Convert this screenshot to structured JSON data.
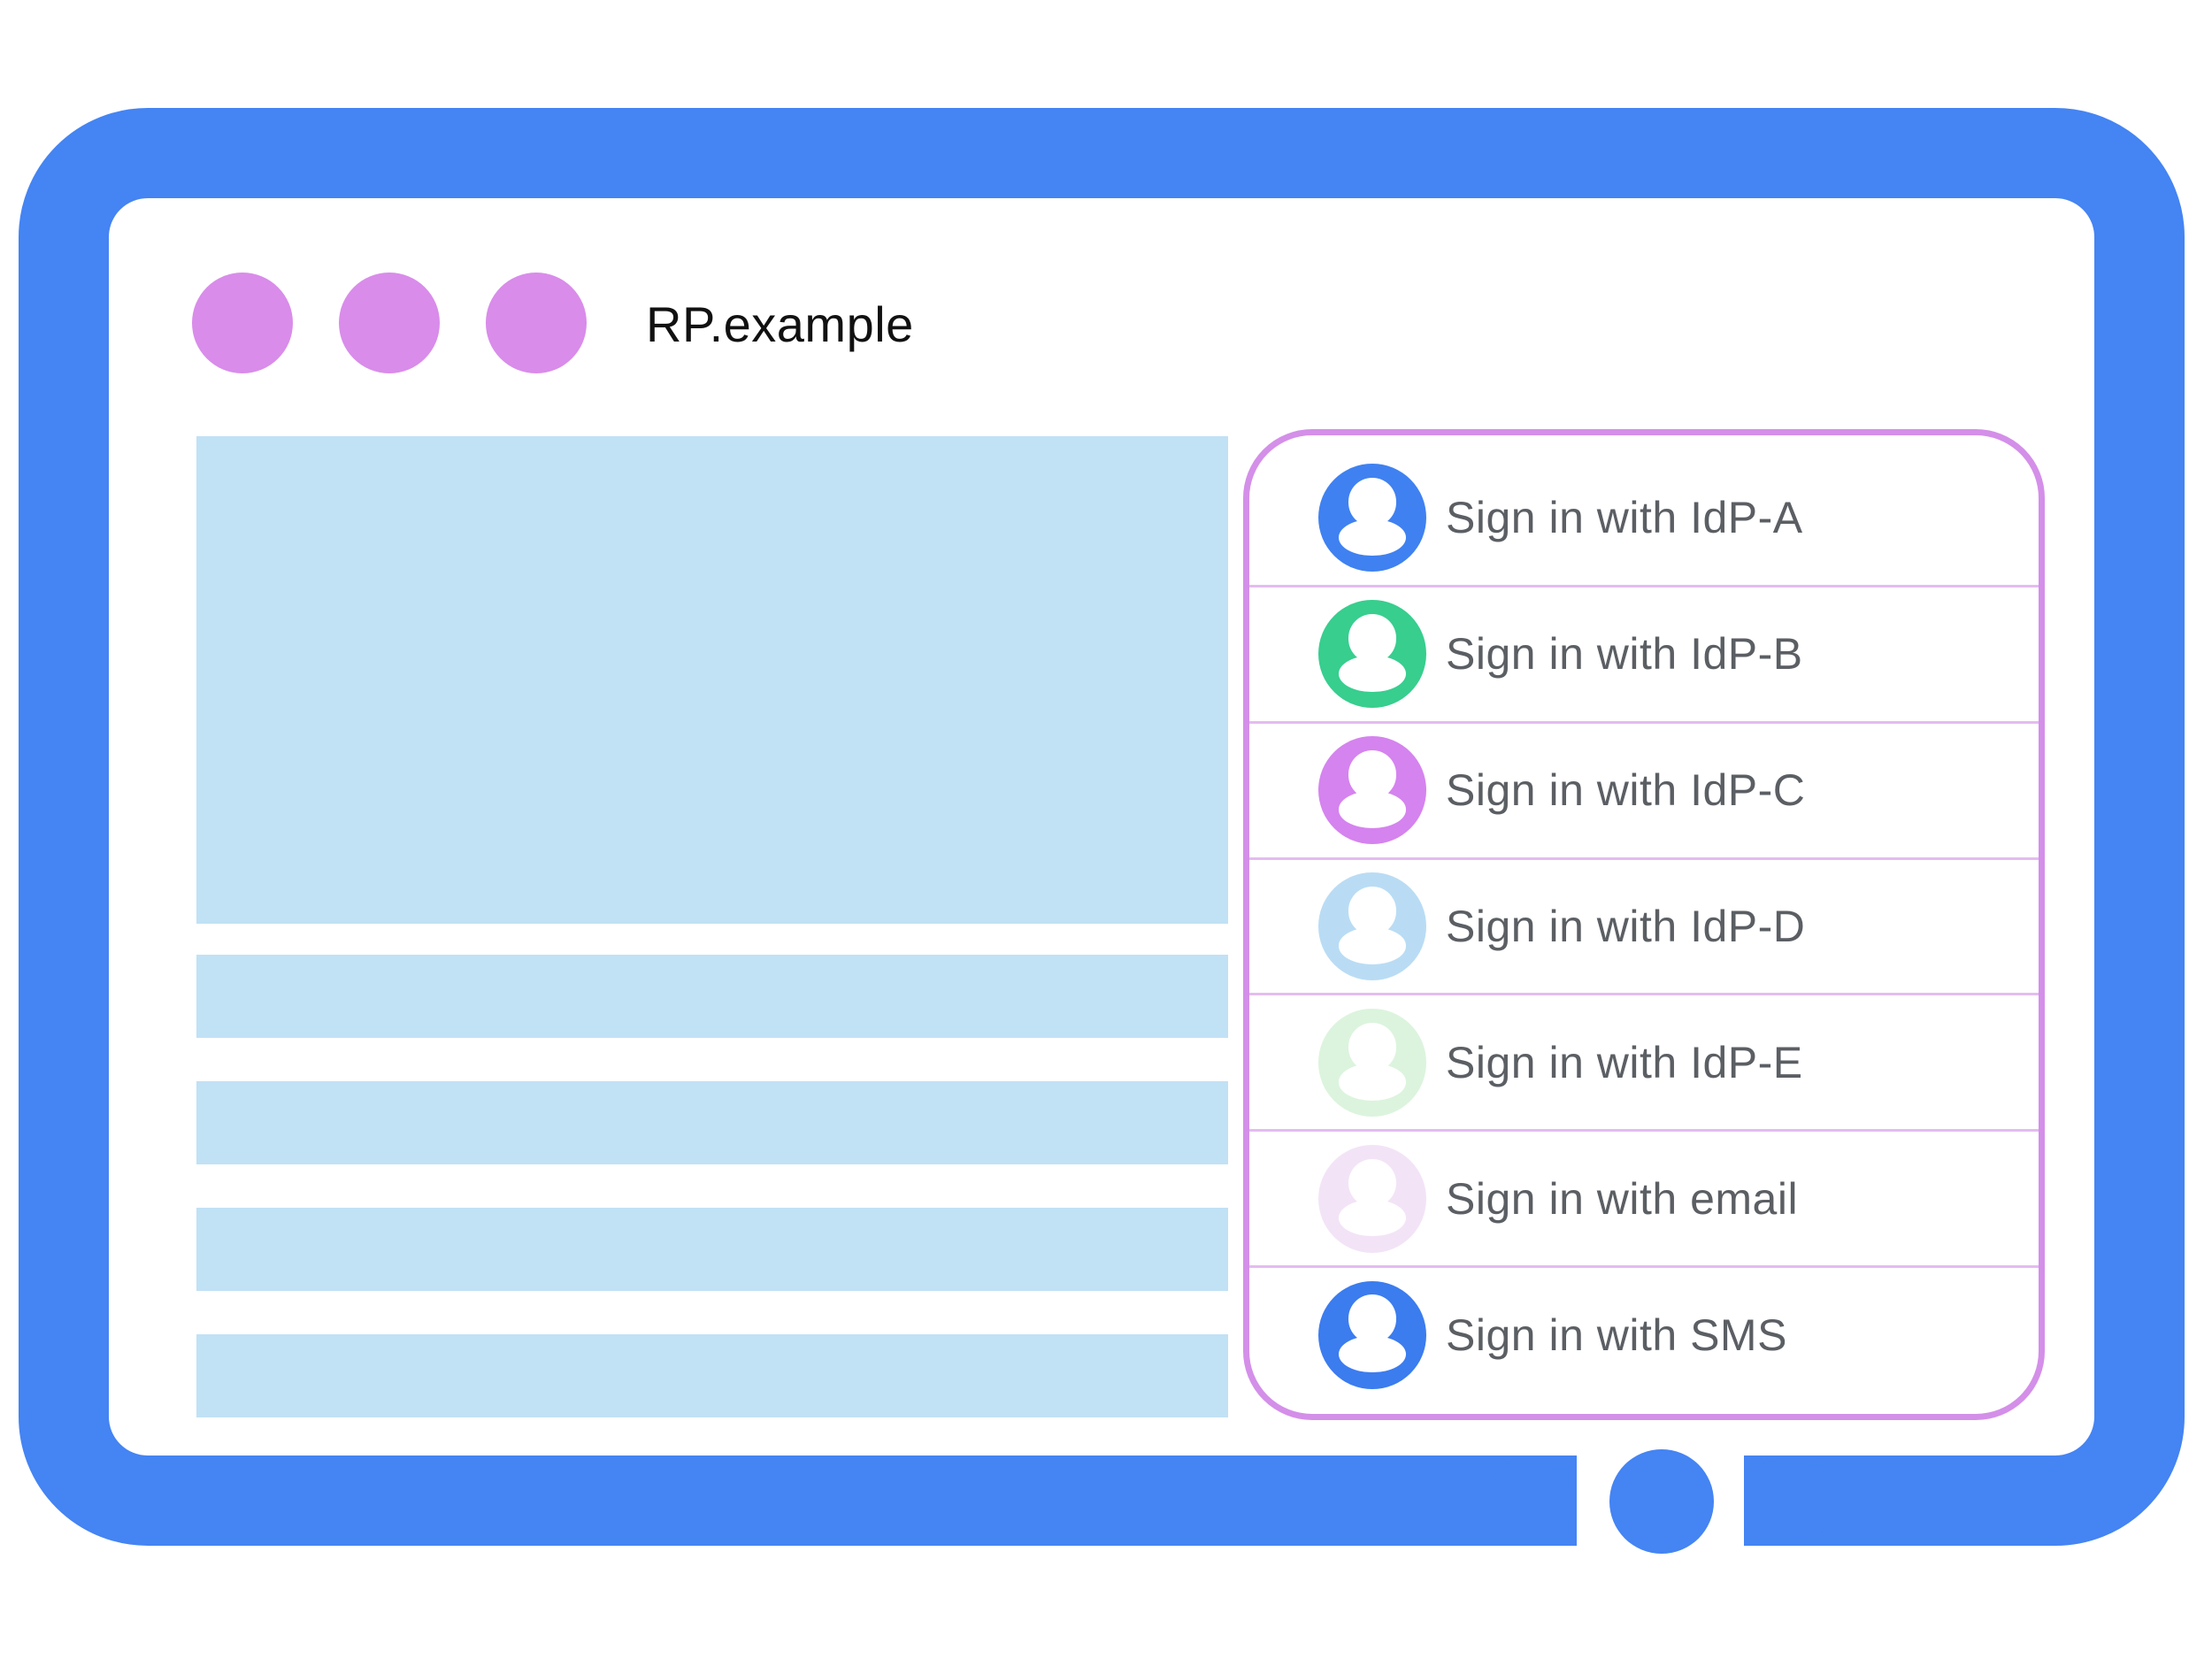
{
  "diagram": {
    "browser": {
      "title": "RP.example"
    },
    "signin": {
      "options": [
        {
          "label": "Sign in with IdP-A",
          "avatar_icon": "person-icon",
          "avatar_color": "#3f81f1"
        },
        {
          "label": "Sign in with IdP-B",
          "avatar_icon": "person-icon",
          "avatar_color": "#37ce8e"
        },
        {
          "label": "Sign in with IdP-C",
          "avatar_icon": "person-icon",
          "avatar_color": "#d583ef"
        },
        {
          "label": "Sign in with IdP-D",
          "avatar_icon": "person-icon",
          "avatar_color": "#b9dcf4"
        },
        {
          "label": "Sign in with IdP-E",
          "avatar_icon": "person-icon",
          "avatar_color": "#dcf4dd"
        },
        {
          "label": "Sign in with email",
          "avatar_icon": "person-icon",
          "avatar_color": "#f2e4f6"
        },
        {
          "label": "Sign in with SMS",
          "avatar_icon": "person-icon",
          "avatar_color": "#3b7cef"
        }
      ]
    },
    "colors": {
      "frame_blue": "#4484f3",
      "window_dot_purple": "#d98cea",
      "panel_border_purple": "#d48fe9",
      "divider_purple": "#e3bcf0",
      "skeleton_blue": "#c1e1f5",
      "label_gray": "#5b5f64",
      "title_black": "#111111"
    }
  }
}
